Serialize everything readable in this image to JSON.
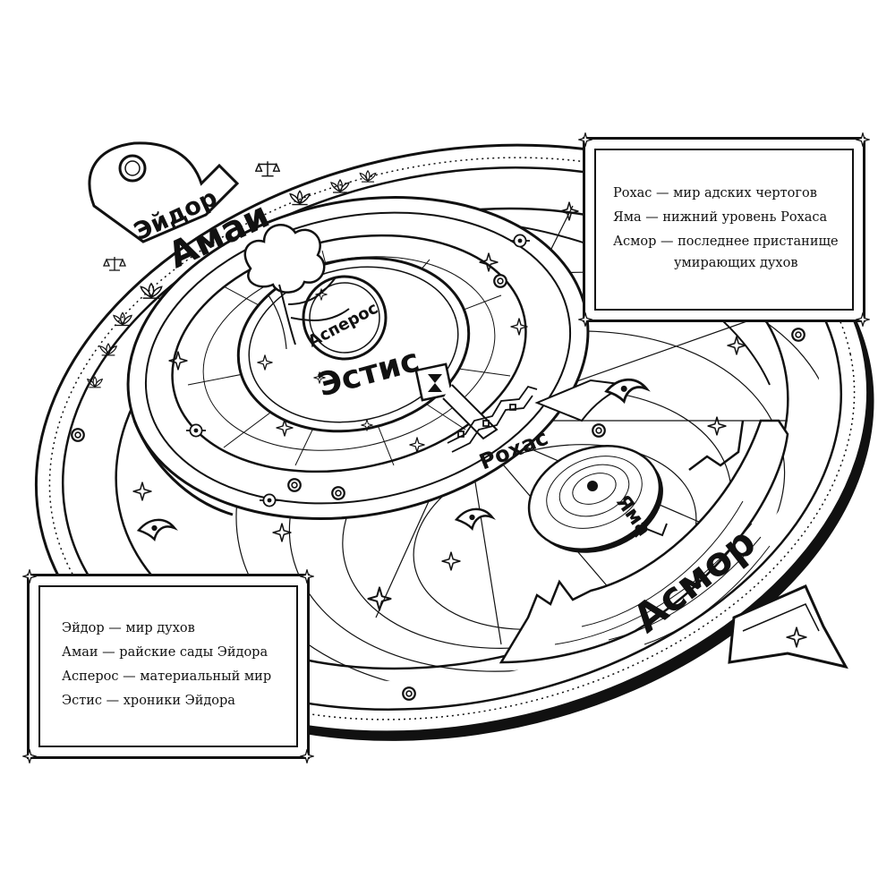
{
  "map": {
    "labels": {
      "eydor": "Эйдор",
      "amai": "Амаи",
      "asperos": "Асперос",
      "estis": "Эстис",
      "rokhas": "Рохас",
      "yama": "Яма",
      "asmor": "Асмор"
    }
  },
  "legend_top": {
    "items": [
      {
        "text": "Рохас — мир адских чертогов"
      },
      {
        "text": "Яма — нижний уровень Рохаса"
      },
      {
        "text": "Асмор — последнее пристанище",
        "continuation": "умирающих духов"
      }
    ]
  },
  "legend_bottom": {
    "items": [
      {
        "text": "Эйдор — мир духов"
      },
      {
        "text": "Амаи — райские сады Эйдора"
      },
      {
        "text": "Асперос — материальный мир"
      },
      {
        "text": "Эстис — хроники Эйдора"
      }
    ]
  },
  "icons": [
    "lotus-icon",
    "star-icon",
    "scales-icon",
    "hourglass-icon",
    "tree-icon",
    "compass-star-icon"
  ]
}
